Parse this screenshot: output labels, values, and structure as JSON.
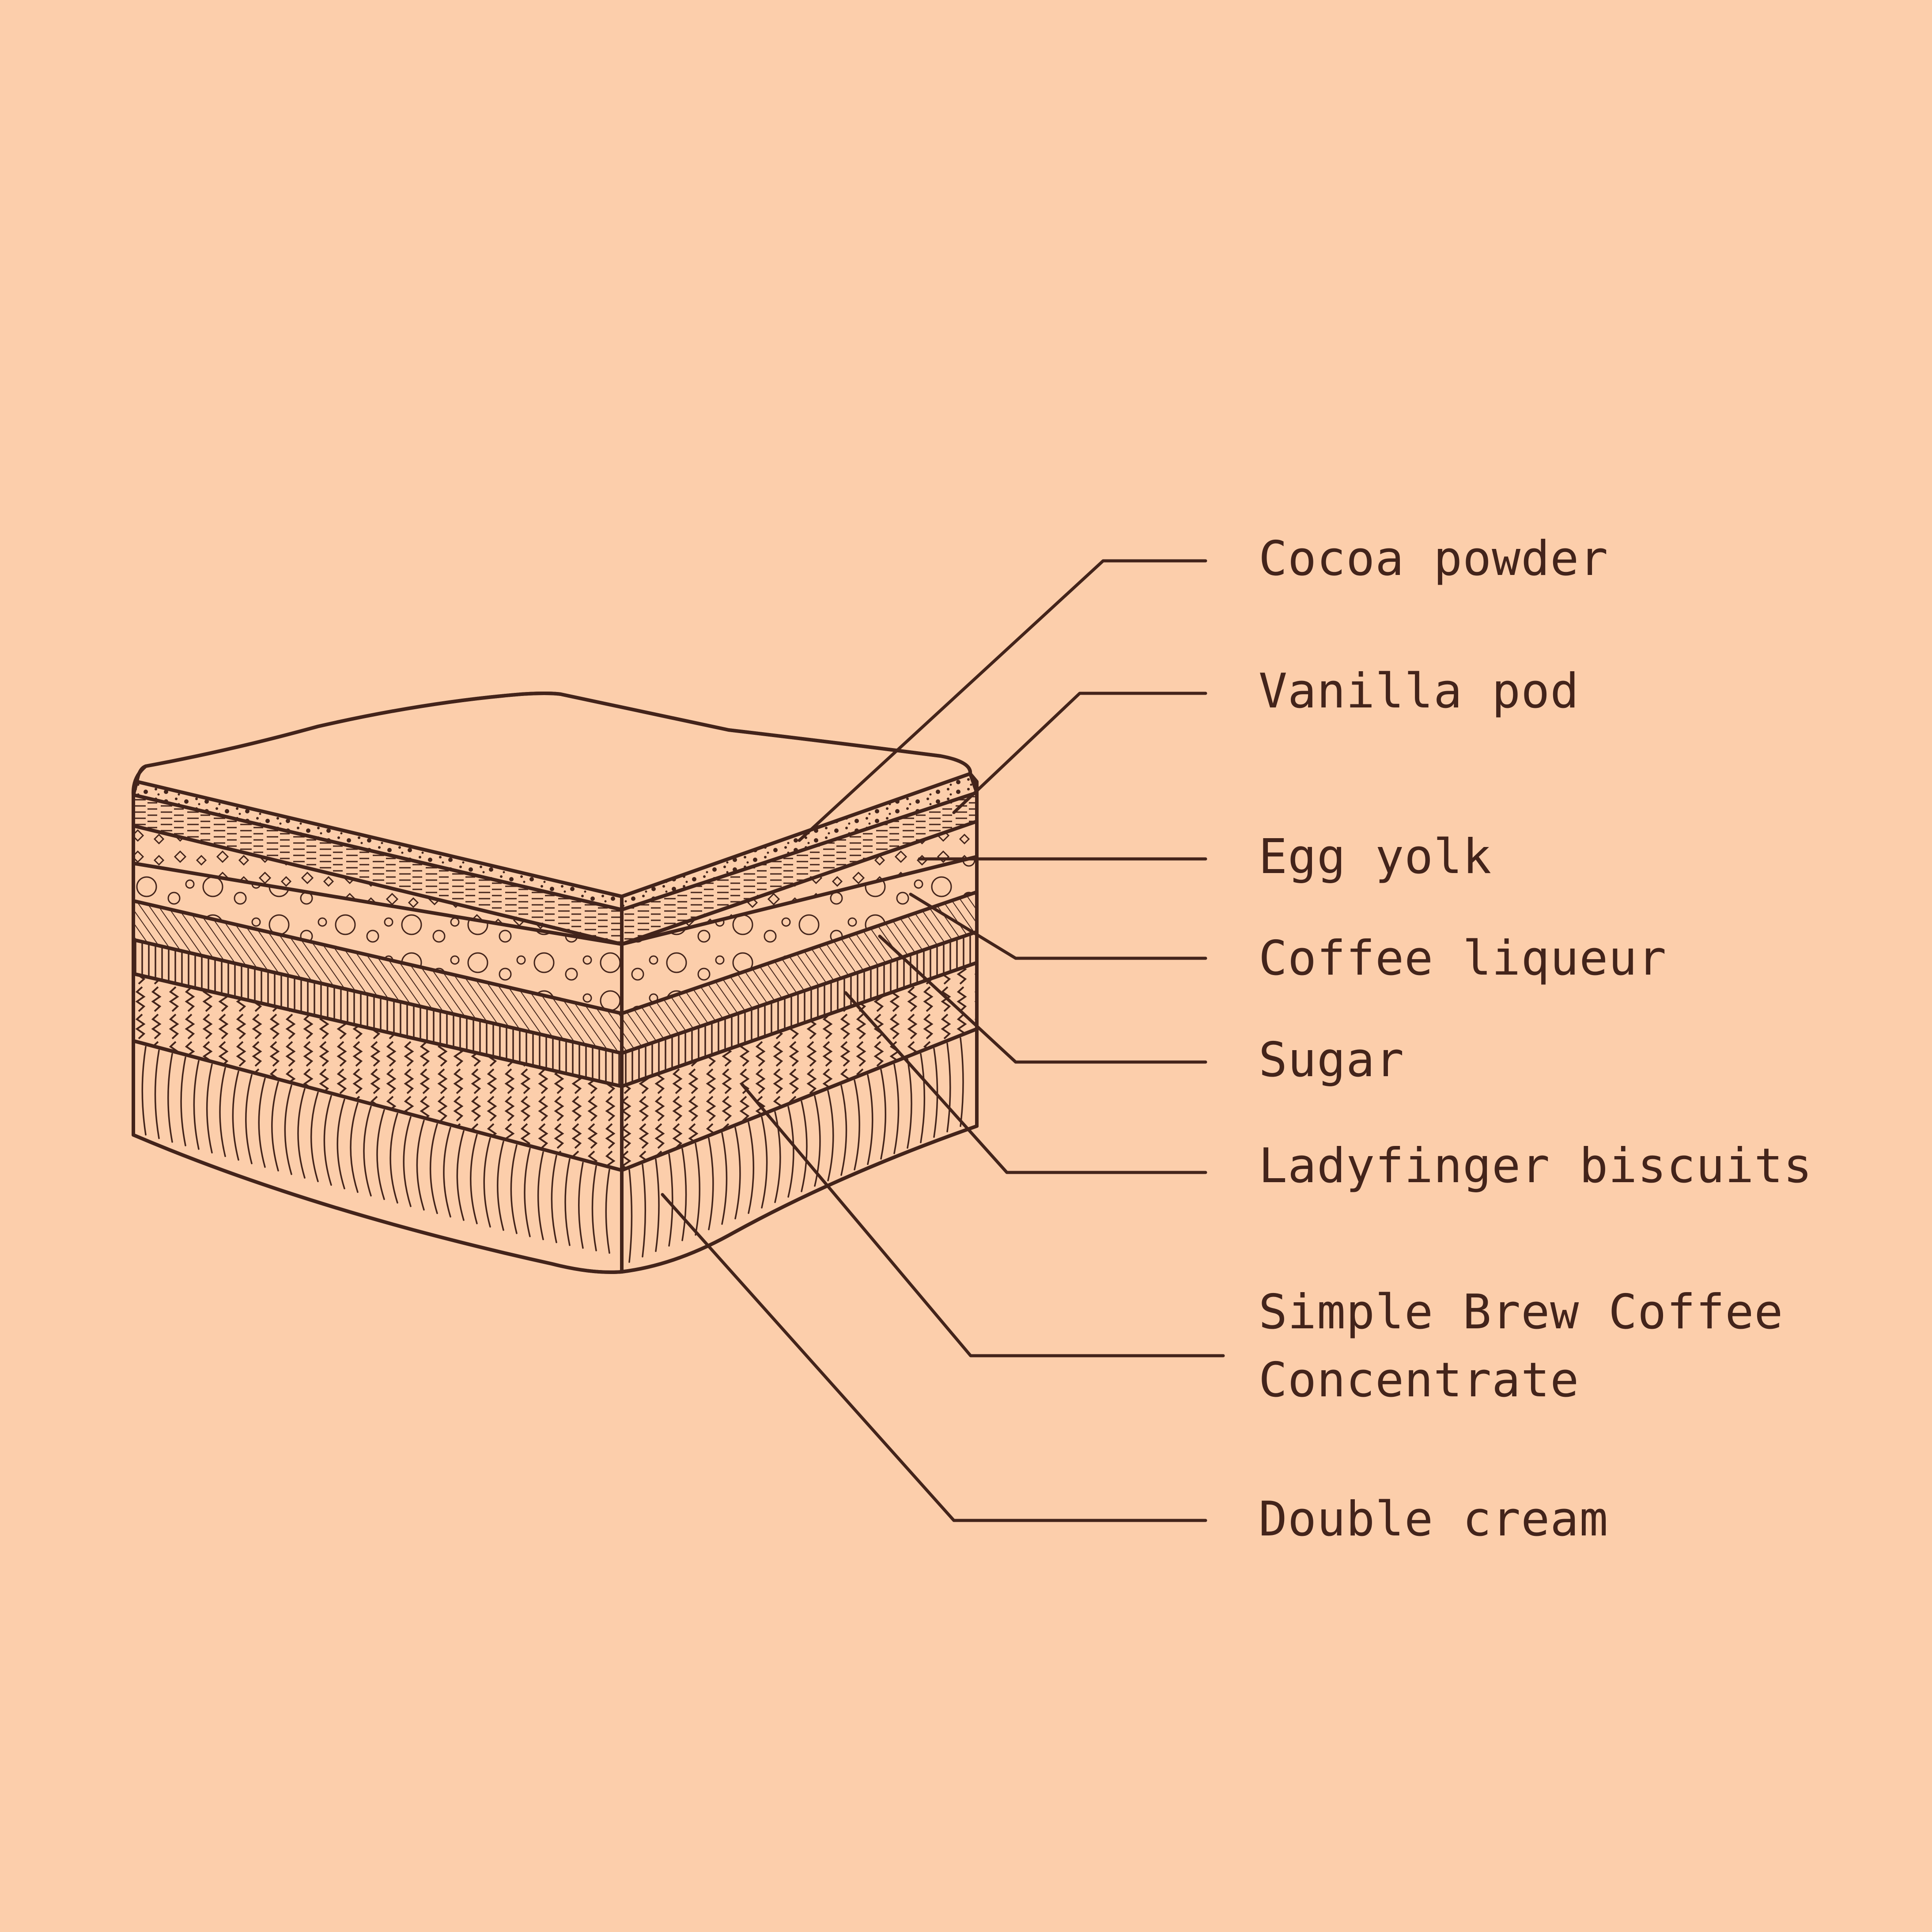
{
  "colors": {
    "background": "#FCCEAB",
    "ink": "#43241B"
  },
  "labels": {
    "cocoa_powder": "Cocoa powder",
    "vanilla_pod": "Vanilla pod",
    "egg_yolk": "Egg yolk",
    "coffee_liqueur": "Coffee liqueur",
    "sugar": "Sugar",
    "ladyfinger_biscuits": "Ladyfinger biscuits",
    "simple_brew_line1": "Simple Brew Coffee",
    "simple_brew_line2": "Concentrate",
    "double_cream": "Double cream"
  }
}
